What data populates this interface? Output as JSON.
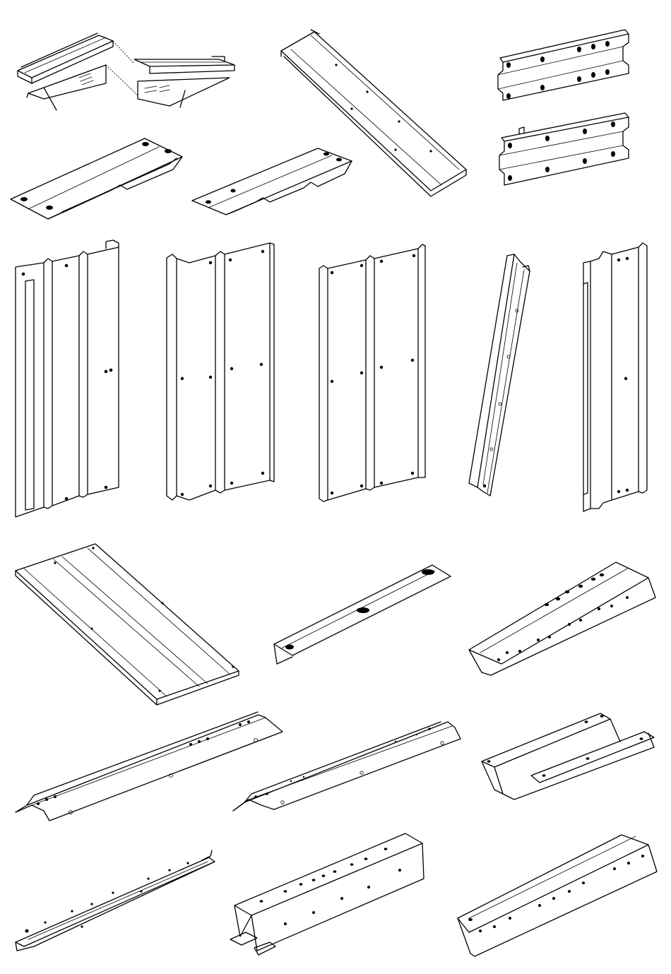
{
  "sheet": {
    "description_visible_text": "",
    "line_color": "#000000",
    "background_color": "#ffffff",
    "part_count": 21
  },
  "parts": [
    {
      "id": "bracket-assembly-pair",
      "kind": "exploded-bracket-assembly"
    },
    {
      "id": "long-angle-rail",
      "kind": "angle-rail"
    },
    {
      "id": "hat-rail-upper",
      "kind": "hat-channel-rail"
    },
    {
      "id": "hat-rail-lower",
      "kind": "hat-channel-rail"
    },
    {
      "id": "ramp-plate-left",
      "kind": "ramp-plate"
    },
    {
      "id": "ramp-plate-middle",
      "kind": "ramp-plate"
    },
    {
      "id": "vertical-panel-1",
      "kind": "vertical-panel"
    },
    {
      "id": "vertical-panel-2",
      "kind": "vertical-panel"
    },
    {
      "id": "vertical-panel-3",
      "kind": "vertical-panel"
    },
    {
      "id": "vertical-narrow-rail",
      "kind": "vertical-rail"
    },
    {
      "id": "vertical-panel-5",
      "kind": "vertical-panel"
    },
    {
      "id": "wide-ribbed-plate",
      "kind": "ribbed-plate"
    },
    {
      "id": "flat-strap",
      "kind": "flat-strap"
    },
    {
      "id": "z-channel-perforated",
      "kind": "z-channel"
    },
    {
      "id": "long-hat-strip-1",
      "kind": "hat-strip"
    },
    {
      "id": "long-hat-strip-2",
      "kind": "hat-strip"
    },
    {
      "id": "u-channel-short",
      "kind": "u-channel"
    },
    {
      "id": "thin-angle-strip",
      "kind": "angle-strip"
    },
    {
      "id": "box-channel-perforated",
      "kind": "box-channel"
    },
    {
      "id": "z-channel-perforated-2",
      "kind": "z-channel"
    }
  ]
}
